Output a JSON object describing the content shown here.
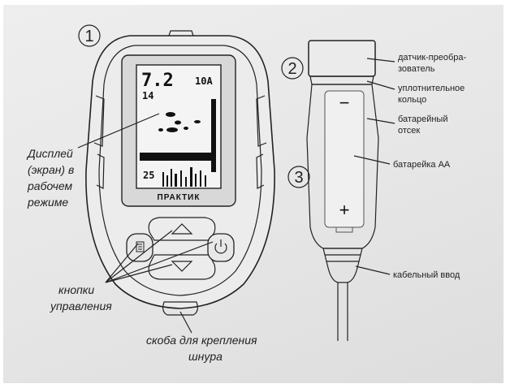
{
  "numbers": {
    "device": "1",
    "sensor": "2",
    "battery_compartment": "3"
  },
  "display": {
    "depth": "7.2",
    "temp": "14",
    "zoom": "10A",
    "range": "25",
    "brand": "ПРАКТИК"
  },
  "buttons": {
    "minus": "−",
    "plus": "+"
  },
  "labels": {
    "display": [
      "Дисплей",
      "(экран) в",
      "рабочем",
      "режиме"
    ],
    "buttons": [
      "кнопки",
      "управления"
    ],
    "strap": [
      "скоба для крепления",
      "шнура"
    ],
    "transducer": [
      "датчик-преобра-",
      "зователь"
    ],
    "seal": [
      "уплотнительное",
      "кольцо"
    ],
    "compartment": [
      "батарейный",
      "отсек"
    ],
    "battery": [
      "батарейка АА"
    ],
    "cable": [
      "кабельный ввод"
    ]
  }
}
